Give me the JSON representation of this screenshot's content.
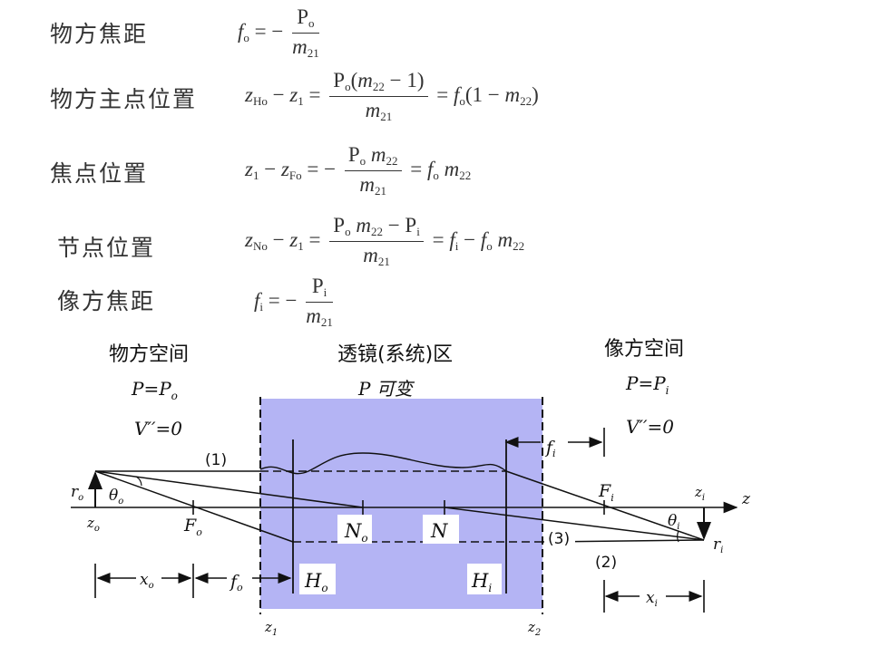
{
  "formulas": {
    "focal_object": {
      "label": "物方焦距"
    },
    "principal_object": {
      "label": "物方主点位置"
    },
    "focus_position": {
      "label": "焦点位置"
    },
    "nodal_position": {
      "label": "节点位置"
    },
    "focal_image": {
      "label": "像方焦距"
    }
  },
  "diagram": {
    "object_space": {
      "title": "物方空间",
      "p_eq": "P=P",
      "v_eq": "V′′=0"
    },
    "lens_region": {
      "title": "透镜(系统)区",
      "p_label": "P 可变"
    },
    "image_space": {
      "title": "像方空间",
      "p_eq": "P=P",
      "v_eq": "V′′=0"
    },
    "ray_labels": {
      "ray1": "(1)",
      "ray2": "(2)",
      "ray3": "(3)"
    },
    "axis_label": "z",
    "lens_color": "#b4b4f4"
  }
}
